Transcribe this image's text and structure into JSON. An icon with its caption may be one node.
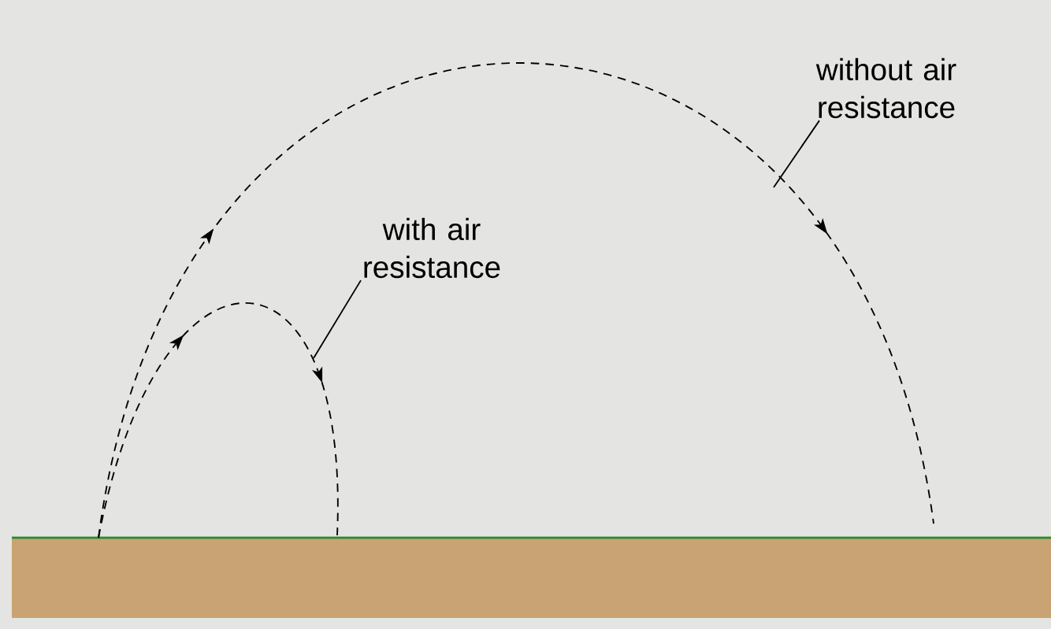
{
  "diagram": {
    "nodes": [
      {
        "text": [
          "without air resistance"
        ]
      },
      {
        "text": [
          "with air resistance"
        ]
      }
    ],
    "edges": [
      {
        "from": 0,
        "to": null,
        "arrow": "none"
      },
      {
        "from": 1,
        "to": null,
        "arrow": "none"
      }
    ]
  }
}
